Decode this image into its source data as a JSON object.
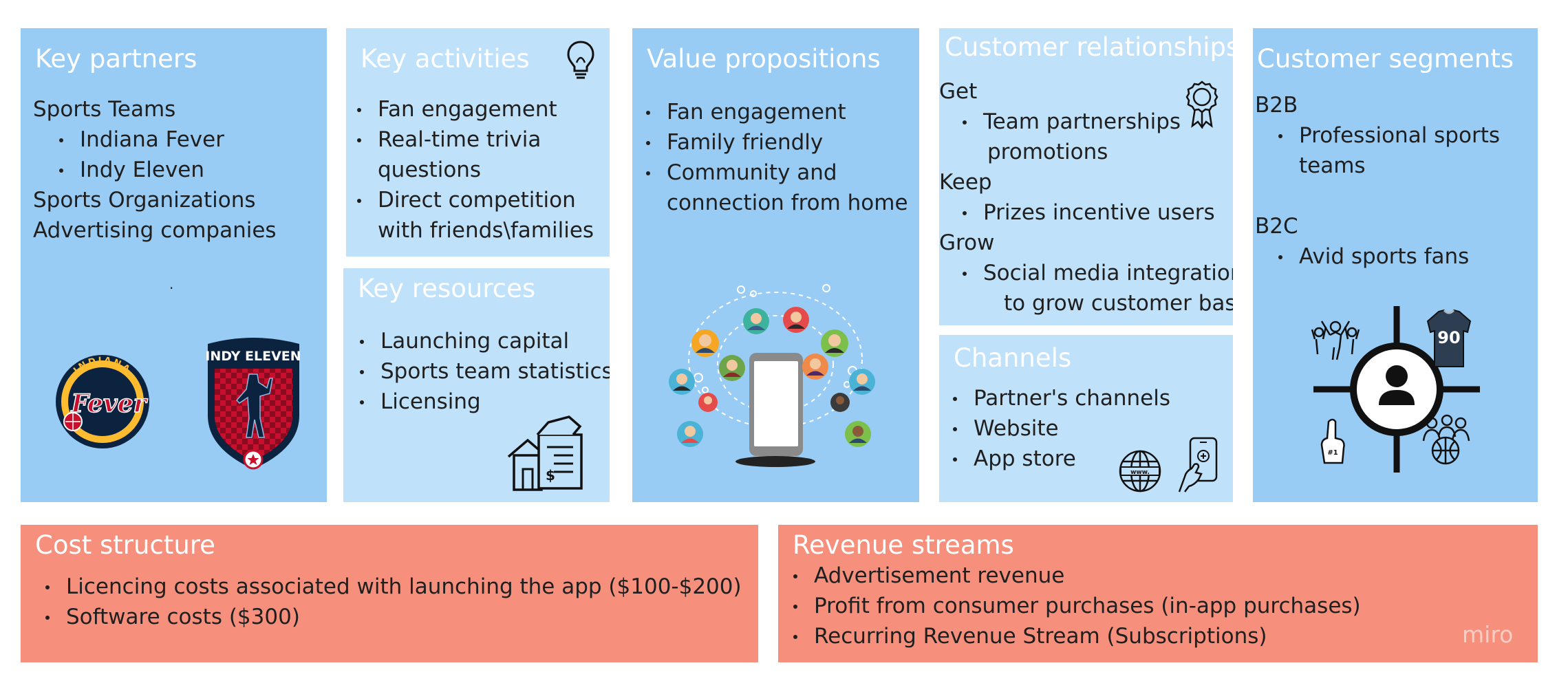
{
  "key_partners": {
    "title": "Key partners",
    "l1": "Sports Teams",
    "l2": "Indiana Fever",
    "l3": "Indy Eleven",
    "l4": "Sports Organizations",
    "l5": "Advertising companies",
    "dot": ".",
    "fever_logo_word": "Fever",
    "fever_logo_arc": "INDIANA",
    "eleven_logo_word": "INDY ELEVEN"
  },
  "key_activities": {
    "title": "Key activities",
    "b1": "Fan engagement",
    "b2a": "Real-time trivia",
    "b2b": "questions",
    "b3a": "Direct competition",
    "b3b": "with friends\\families"
  },
  "key_resources": {
    "title": "Key resources",
    "b1": "Launching capital",
    "b2": "Sports team statistics",
    "b3": "Licensing"
  },
  "value_propositions": {
    "title": "Value propositions",
    "b1": "Fan engagement",
    "b2": "Family friendly",
    "b3a": "Community and",
    "b3b": "connection from home"
  },
  "customer_relationships": {
    "title": "Customer relationships",
    "get": "Get",
    "get_b1a": "Team partnerships",
    "get_b1b": "promotions",
    "keep": "Keep",
    "keep_b1": "Prizes incentive users",
    "grow": "Grow",
    "grow_b1a": "Social media integration",
    "grow_b1b": "to grow customer base"
  },
  "channels": {
    "title": "Channels",
    "b1": "Partner's channels",
    "b2": "Website",
    "b3": "App store"
  },
  "customer_segments": {
    "title": "Customer segments",
    "b2b": "B2B",
    "b2b_b1a": "Professional sports",
    "b2b_b1b": "teams",
    "b2c": "B2C",
    "b2c_b1": "Avid sports fans",
    "jersey_number": "90"
  },
  "cost_structure": {
    "title": "Cost structure",
    "b1": "Licencing costs associated with launching the app ($100-$200)",
    "b2": "Software costs ($300)"
  },
  "revenue_streams": {
    "title": "Revenue streams",
    "b1": "Advertisement revenue",
    "b2": "Profit from consumer purchases (in-app purchases)",
    "b3": "Recurring Revenue Stream (Subscriptions)"
  },
  "watermark": "miro",
  "colors": {
    "section_blue": "#99ccf5",
    "section_light_blue": "#c0e1fa",
    "section_salmon": "#f6907d",
    "title_text": "#ffffff",
    "body_text": "#1f1f1f"
  }
}
